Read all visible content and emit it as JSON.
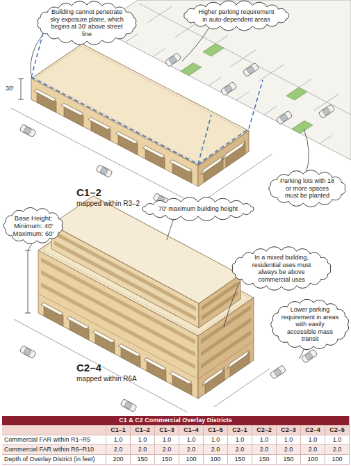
{
  "diagram": {
    "nodes": [
      {
        "text": [
          "Building cannot penetrate sky exposure plane, which begins at 30' above street line"
        ]
      },
      {
        "text": [
          "Higher parking requirement in auto-dependent areas"
        ]
      },
      {
        "text": [
          "Parking lots with 18 or more spaces must be planted"
        ]
      },
      {
        "text": [
          "Base Height: Minimum: 40' Maximum: 60'"
        ]
      },
      {
        "text": [
          "70' maximum building height"
        ]
      },
      {
        "text": [
          "In a mixed building, residential uses must always be above commercial uses"
        ]
      },
      {
        "text": [
          "Lower parking requirement in areas with easily accessible mass transit"
        ]
      }
    ],
    "labels": [
      "30'",
      "C1–2",
      "mapped within R3–2",
      "C2–4",
      "mapped within R6A",
      "C1 & C2 Commercial Overlay Districts",
      "C1–1",
      "C1–2",
      "C1–3",
      "C1–4",
      "C1–5",
      "C2–1",
      "C2–2",
      "C2–3",
      "C2–4",
      "C2–5",
      "Commercial FAR within R1–R5",
      "1.0",
      "1.0",
      "1.0",
      "1.0",
      "1.0",
      "1.0",
      "1.0",
      "1.0",
      "1.0",
      "1.0",
      "Commercial FAR within R6–R10",
      "2.0",
      "2.0",
      "2.0",
      "2.0",
      "2.0",
      "2.0",
      "2.0",
      "2.0",
      "2.0",
      "2.0",
      "Depth of Overlay District (in feet)",
      "200",
      "150",
      "150",
      "100",
      "100",
      "150",
      "150",
      "150",
      "100",
      "100"
    ]
  }
}
